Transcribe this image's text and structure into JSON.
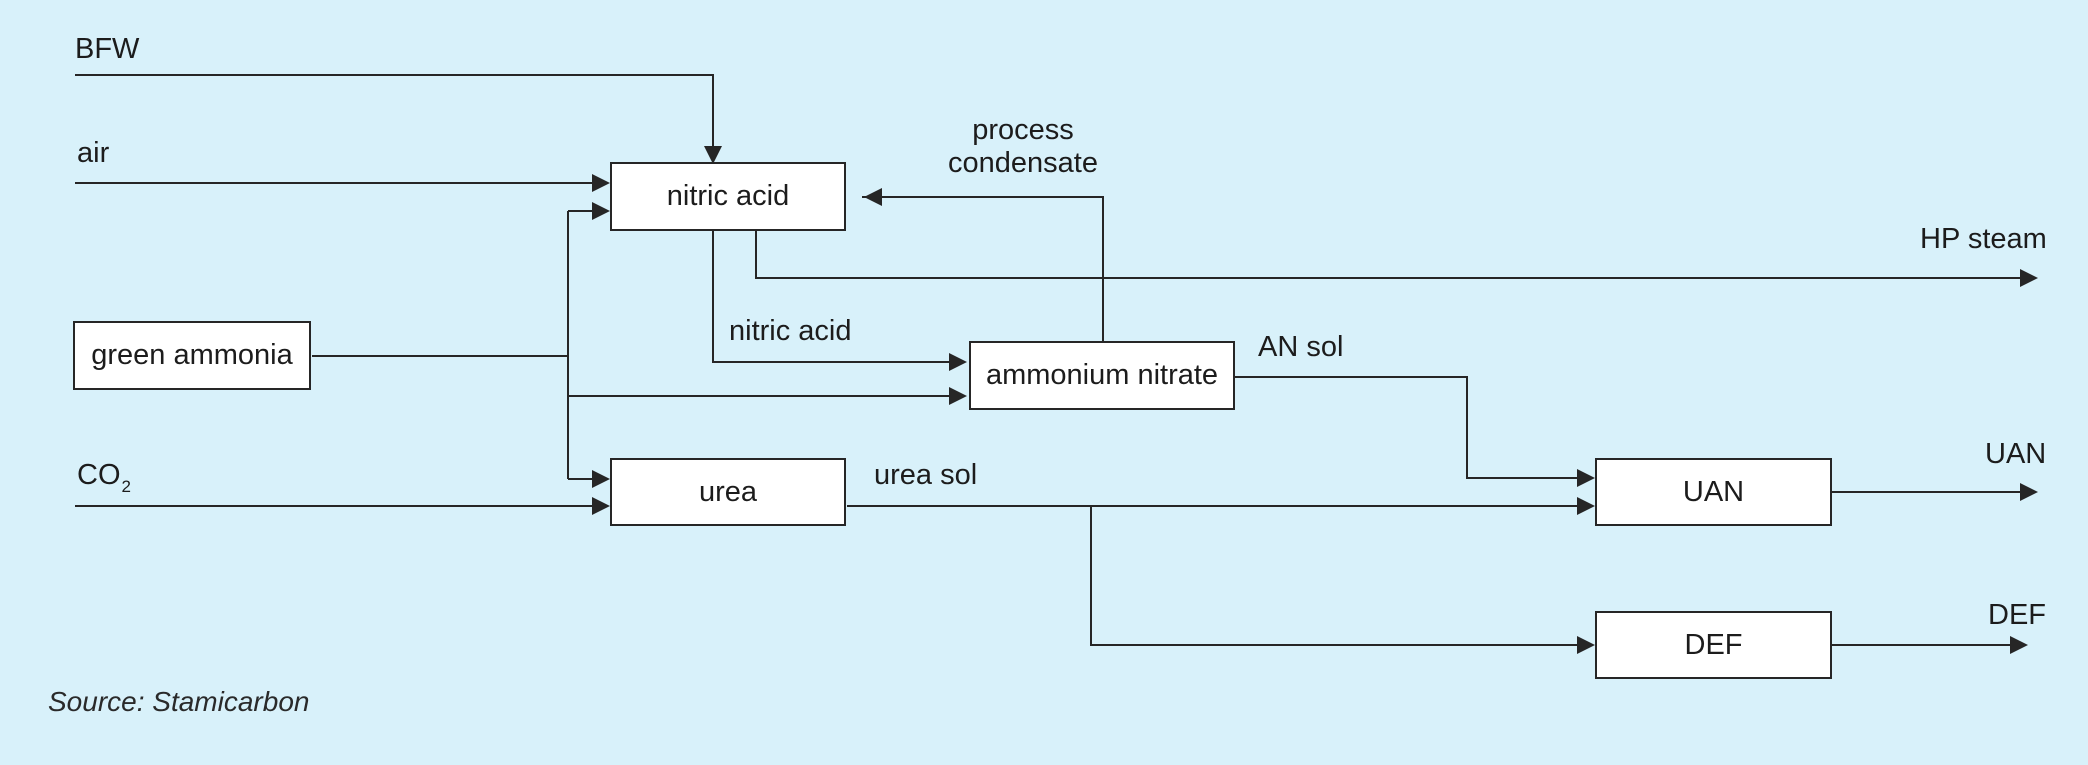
{
  "nodes": {
    "nitric_acid": "nitric acid",
    "green_ammonia": "green ammonia",
    "ammonium_nitrate": "ammonium nitrate",
    "urea": "urea",
    "uan": "UAN",
    "def": "DEF"
  },
  "inputs": {
    "bfw": "BFW",
    "air": "air",
    "co2_main": "CO",
    "co2_sub": "2"
  },
  "edge_labels": {
    "process_condensate": "process\ncondensate",
    "nitric_acid": "nitric acid",
    "an_sol": "AN sol",
    "urea_sol": "urea sol"
  },
  "outputs": {
    "hp_steam": "HP steam",
    "uan": "UAN",
    "def": "DEF"
  },
  "source": "Source: Stamicarbon",
  "colors": {
    "background": "#d8f1fa",
    "line": "#262626",
    "box_fill": "#ffffff"
  }
}
